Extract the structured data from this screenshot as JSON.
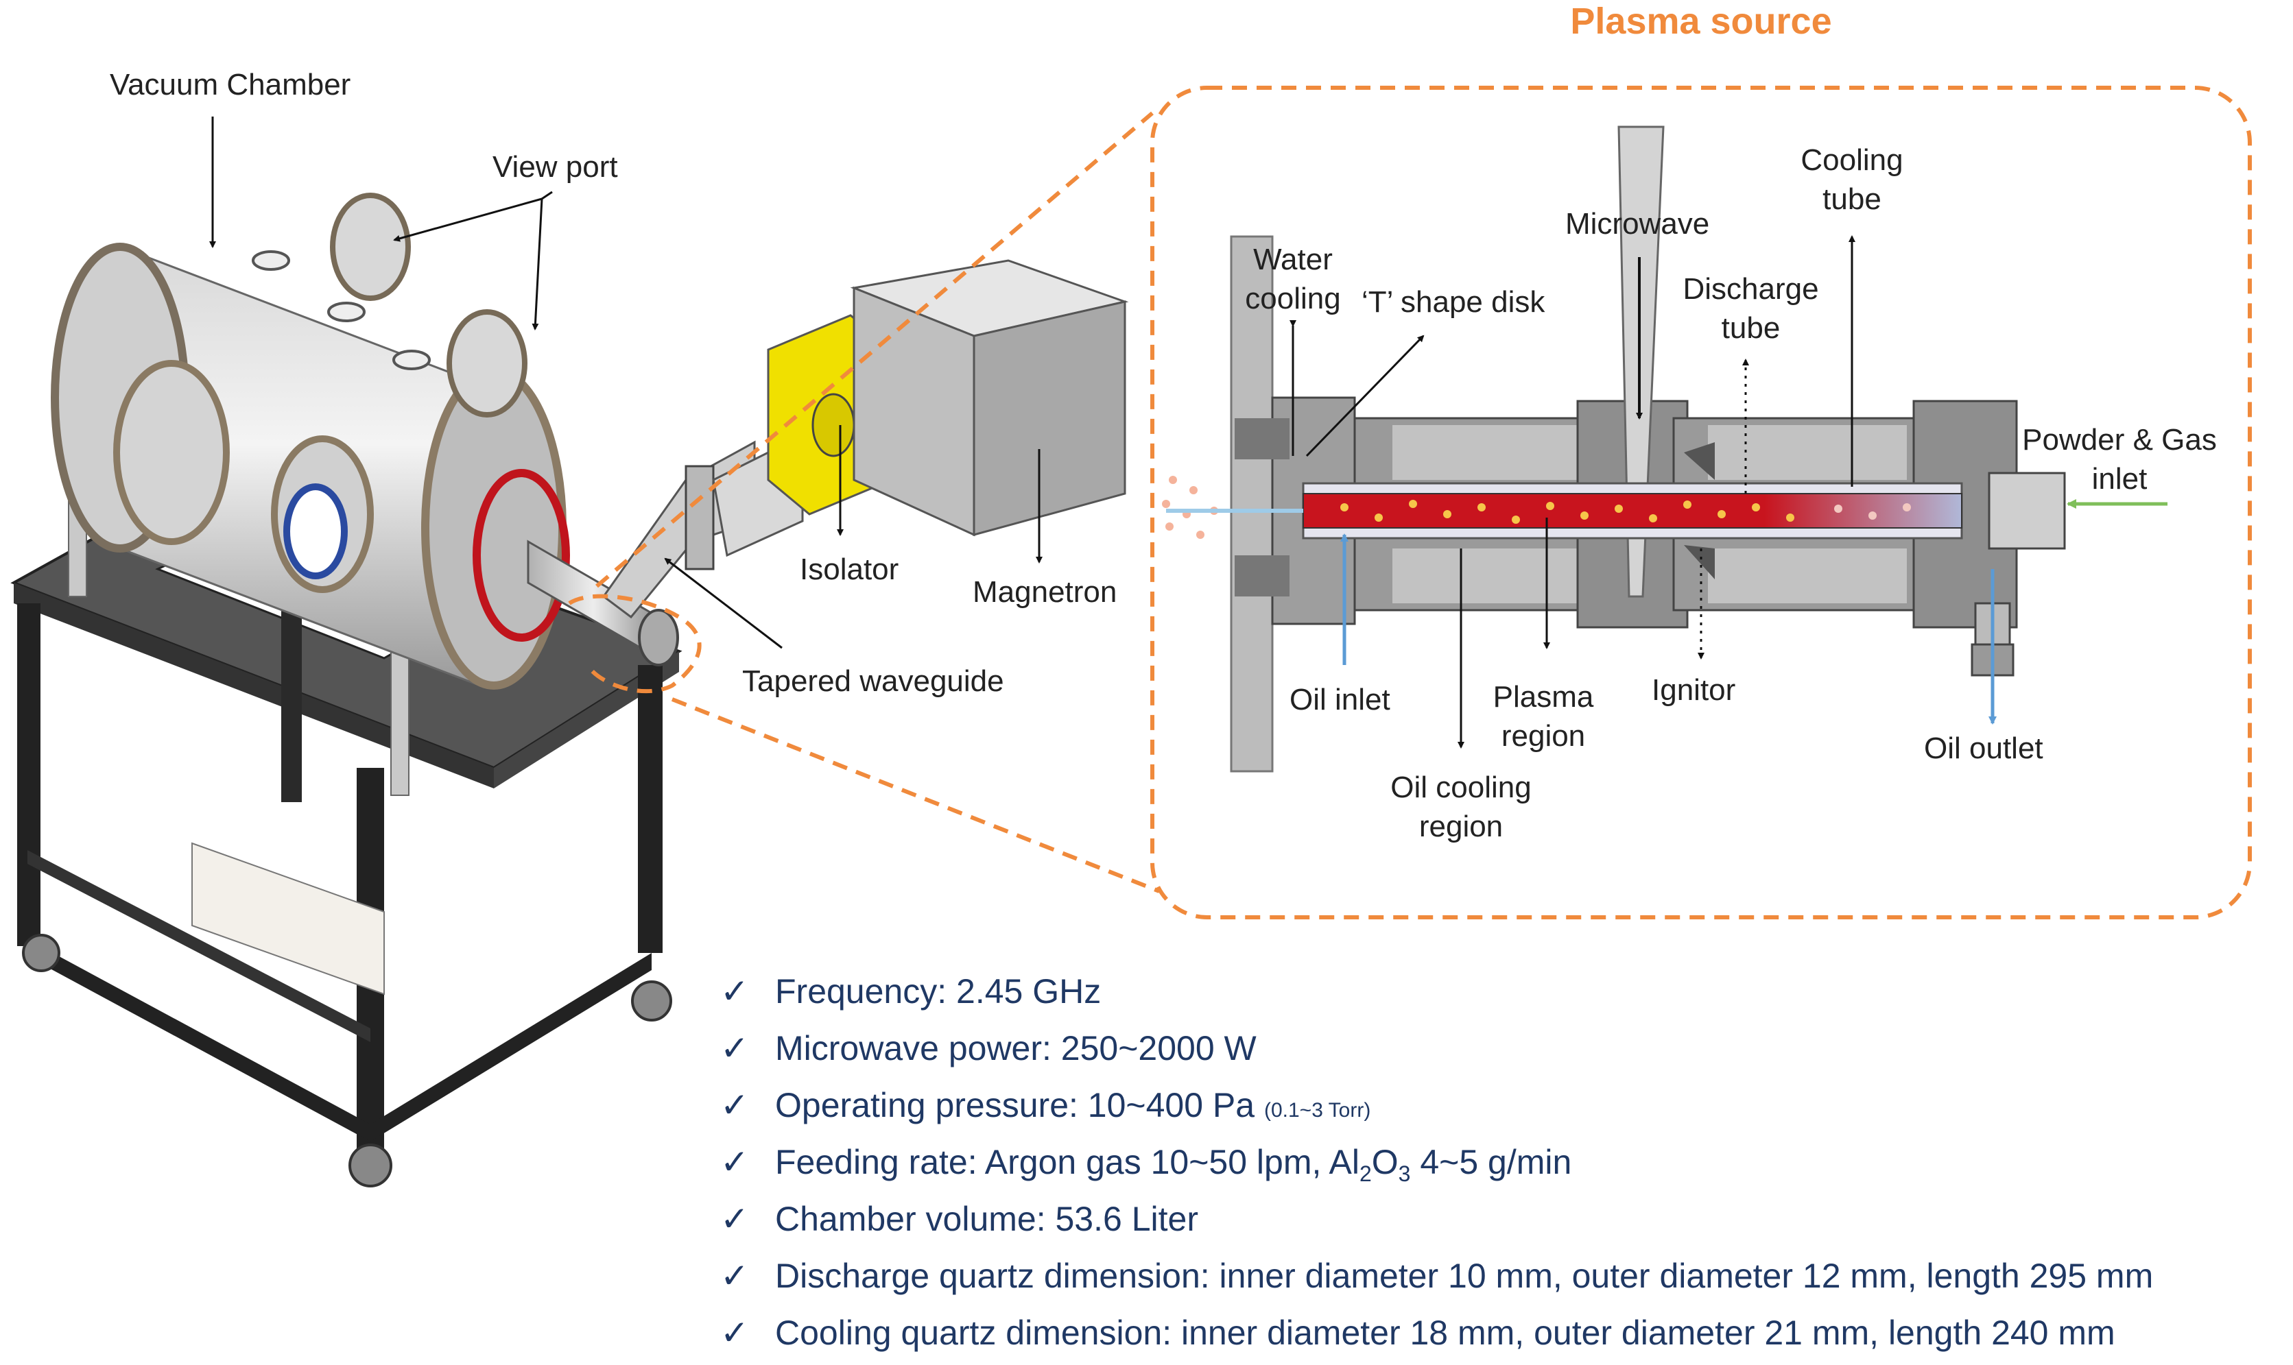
{
  "title": "Plasma source",
  "labels": {
    "vacuum_chamber": "Vacuum Chamber",
    "view_port": "View port",
    "isolator": "Isolator",
    "magnetron": "Magnetron",
    "tapered_waveguide": "Tapered waveguide",
    "water_cooling_1": "Water",
    "water_cooling_2": "cooling",
    "t_shape_disk": "‘T’ shape disk",
    "microwave": "Microwave",
    "cooling_tube_1": "Cooling",
    "cooling_tube_2": "tube",
    "discharge_tube_1": "Discharge",
    "discharge_tube_2": "tube",
    "powder_gas_inlet_1": "Powder & Gas",
    "powder_gas_inlet_2": "inlet",
    "oil_inlet": "Oil inlet",
    "plasma_region_1": "Plasma",
    "plasma_region_2": "region",
    "ignitor": "Ignitor",
    "oil_outlet": "Oil outlet",
    "oil_cooling_region_1": "Oil cooling",
    "oil_cooling_region_2": "region"
  },
  "specs": {
    "check": "✓",
    "frequency": "Frequency: 2.45 GHz",
    "power": "Microwave power: 250~2000 W",
    "pressure": "Operating pressure: 10~400 Pa",
    "pressure_torr": "(0.1~3 Torr)",
    "feeding_a": "Feeding rate: Argon gas 10~50 lpm, Al",
    "feeding_sub2": "2",
    "feeding_o": "O",
    "feeding_sub3": "3",
    "feeding_b": " 4~5 g/min",
    "volume": "Chamber volume: 53.6 Liter",
    "discharge_dim": "Discharge quartz dimension: inner diameter 10 mm, outer diameter 12 mm, length 295 mm",
    "cooling_dim": "Cooling quartz dimension: inner diameter 18 mm, outer diameter 21 mm, length 240 mm"
  },
  "colors": {
    "accent_orange": "#f08a3c",
    "spec_text": "#1f3864",
    "plasma_red": "#c8141e",
    "oil_blue": "#5b9bd5",
    "gas_green": "#7fbf5a",
    "isolator_yellow": "#f0e000"
  }
}
